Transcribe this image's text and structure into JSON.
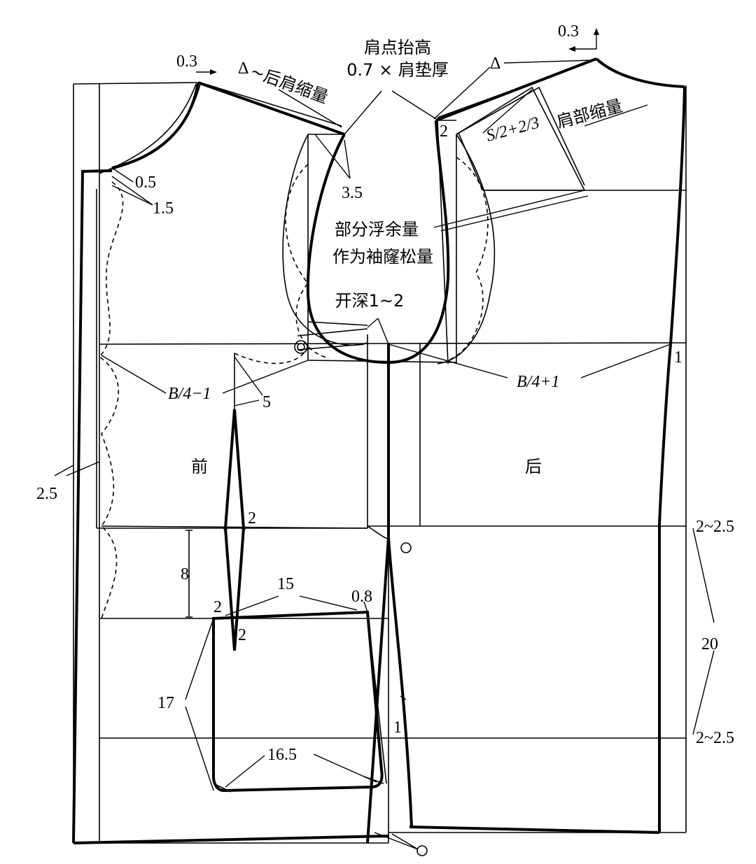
{
  "labels": {
    "shoulder_raise_l1": "肩点抬高",
    "shoulder_raise_l2": "0.7 × 肩垫厚",
    "back_shoulder_ease": "~后肩缩量",
    "shoulder_ease_formula": "S/2+2/3",
    "shoulder_ease_text": "肩部缩量",
    "ease_l1": "部分浮余量",
    "ease_l2": "作为袖窿松量",
    "open_depth": "开深1~2",
    "front": "前",
    "back": "后",
    "bust_front": "B/4−1",
    "bust_back": "B/4+1"
  },
  "dimensions": {
    "d0_3_left": "0.3",
    "d0_3_right": "0.3",
    "d0_5": "0.5",
    "d1_5": "1.5",
    "d3_5": "3.5",
    "d2_back_neck": "2",
    "d1_side": "1",
    "d5": "5",
    "d2_5": "2.5",
    "d2_dart": "2",
    "d8": "8",
    "d2_pocket": "2",
    "d2_dart_bottom": "2",
    "d15": "15",
    "d0_8": "0.8",
    "d17": "17",
    "d16_5": "16.5",
    "d1_lower": "1",
    "d2_2_5_top": "2~2.5",
    "d20": "20",
    "d2_2_5_bottom": "2~2.5"
  },
  "symbols": {
    "delta": "Δ",
    "double_circle": "◎",
    "circle": "○"
  }
}
